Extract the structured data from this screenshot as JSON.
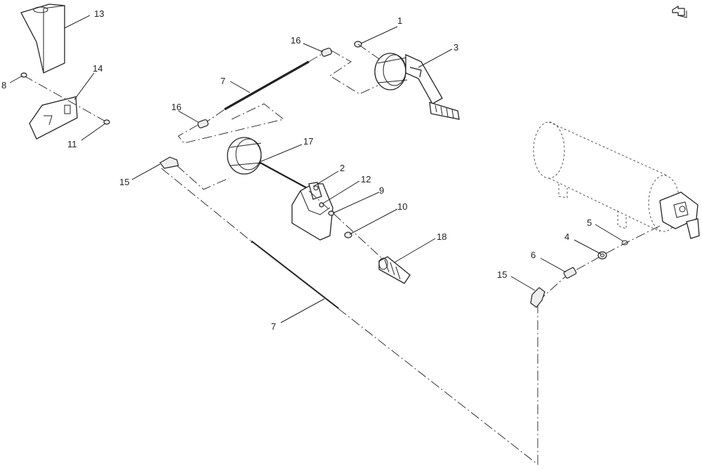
{
  "callouts": {
    "c1": "1",
    "c2": "2",
    "c3": "3",
    "c4": "4",
    "c5": "5",
    "c6": "6",
    "c7a": "7",
    "c7b": "7",
    "c8": "8",
    "c9": "9",
    "c10": "10",
    "c11": "11",
    "c12": "12",
    "c13": "13",
    "c14": "14",
    "c15a": "15",
    "c15b": "15",
    "c16a": "16",
    "c16b": "16",
    "c17": "17",
    "c18": "18"
  },
  "icons": {
    "back": "return-arrow-icon"
  }
}
